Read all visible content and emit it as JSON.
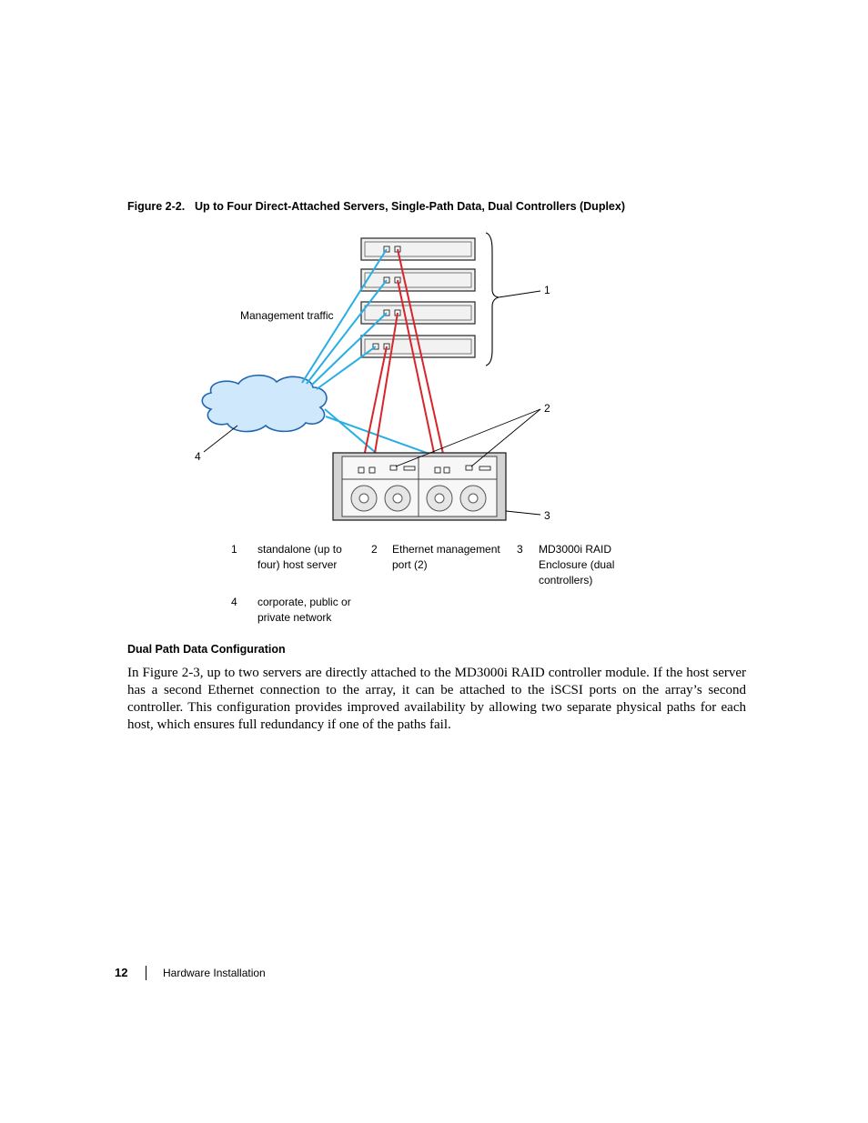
{
  "figure": {
    "number": "Figure 2-2.",
    "title": "Up to Four Direct-Attached Servers, Single-Path Data, Dual Controllers (Duplex)"
  },
  "diagram": {
    "management_label": "Management traffic",
    "callouts": [
      "1",
      "2",
      "3",
      "4"
    ],
    "colors": {
      "management_cable": "#27aee4",
      "data_cable": "#d7252c",
      "cloud_fill": "#cfe8fb",
      "cloud_stroke": "#1f66b3"
    }
  },
  "legend": [
    {
      "num": "1",
      "text": "standalone (up to four) host server"
    },
    {
      "num": "2",
      "text": "Ethernet management port (2)"
    },
    {
      "num": "3",
      "text": "MD3000i RAID Enclosure (dual controllers)"
    },
    {
      "num": "4",
      "text": "corporate, public or private network"
    }
  ],
  "section": {
    "heading": "Dual Path Data Configuration",
    "body": "In Figure 2-3, up to two servers are directly attached to the MD3000i RAID controller module. If the host server has a second Ethernet connection to the array, it can be attached to the iSCSI ports on the array’s second controller. This configuration provides improved availability by allowing two separate physical paths for each host, which ensures full redundancy if one of the paths fail."
  },
  "footer": {
    "page_number": "12",
    "section_title": "Hardware Installation"
  }
}
